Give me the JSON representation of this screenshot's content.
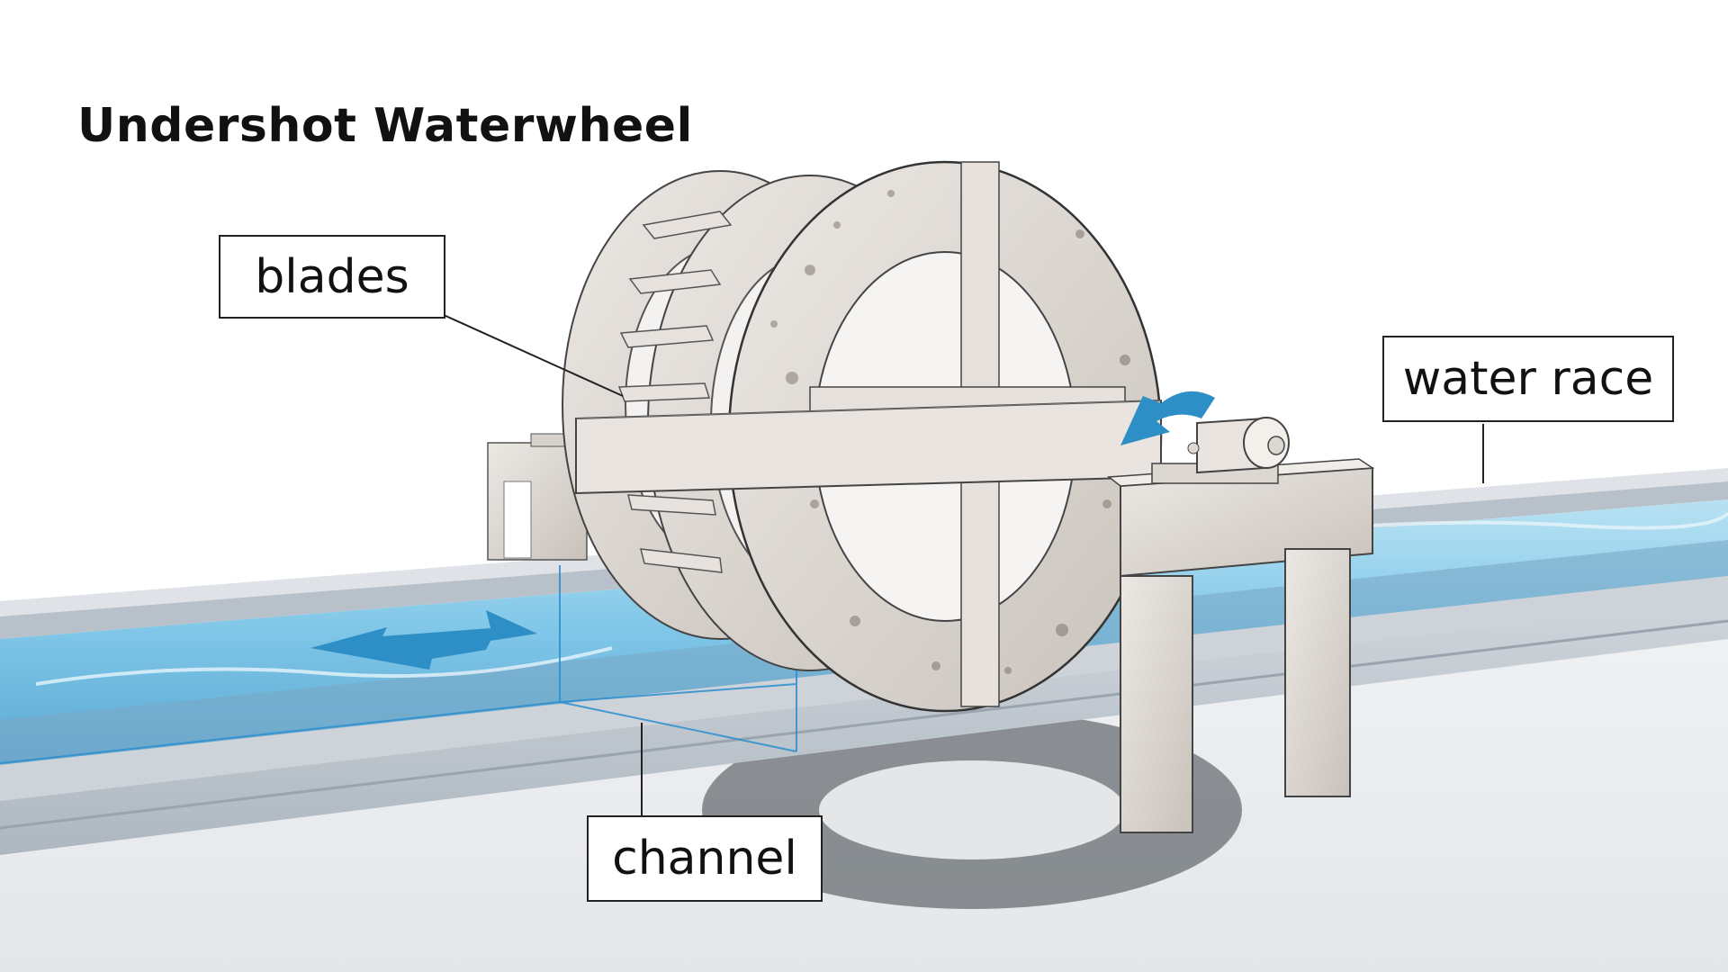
{
  "diagram": {
    "title": "Undershot Waterwheel",
    "labels": {
      "blades": "blades",
      "water_race": "water race",
      "channel": "channel"
    },
    "colors": {
      "water": "#7fc6e8",
      "water_deep": "#4a9cc8",
      "arrow": "#2e8fc6",
      "wood": "#e2ddd8",
      "wood_dark": "#b8b0a8",
      "concrete": "#d9dde1",
      "ground": "#eef0f2",
      "leader_line": "#222222",
      "guide_line": "#2a8fd0"
    }
  }
}
